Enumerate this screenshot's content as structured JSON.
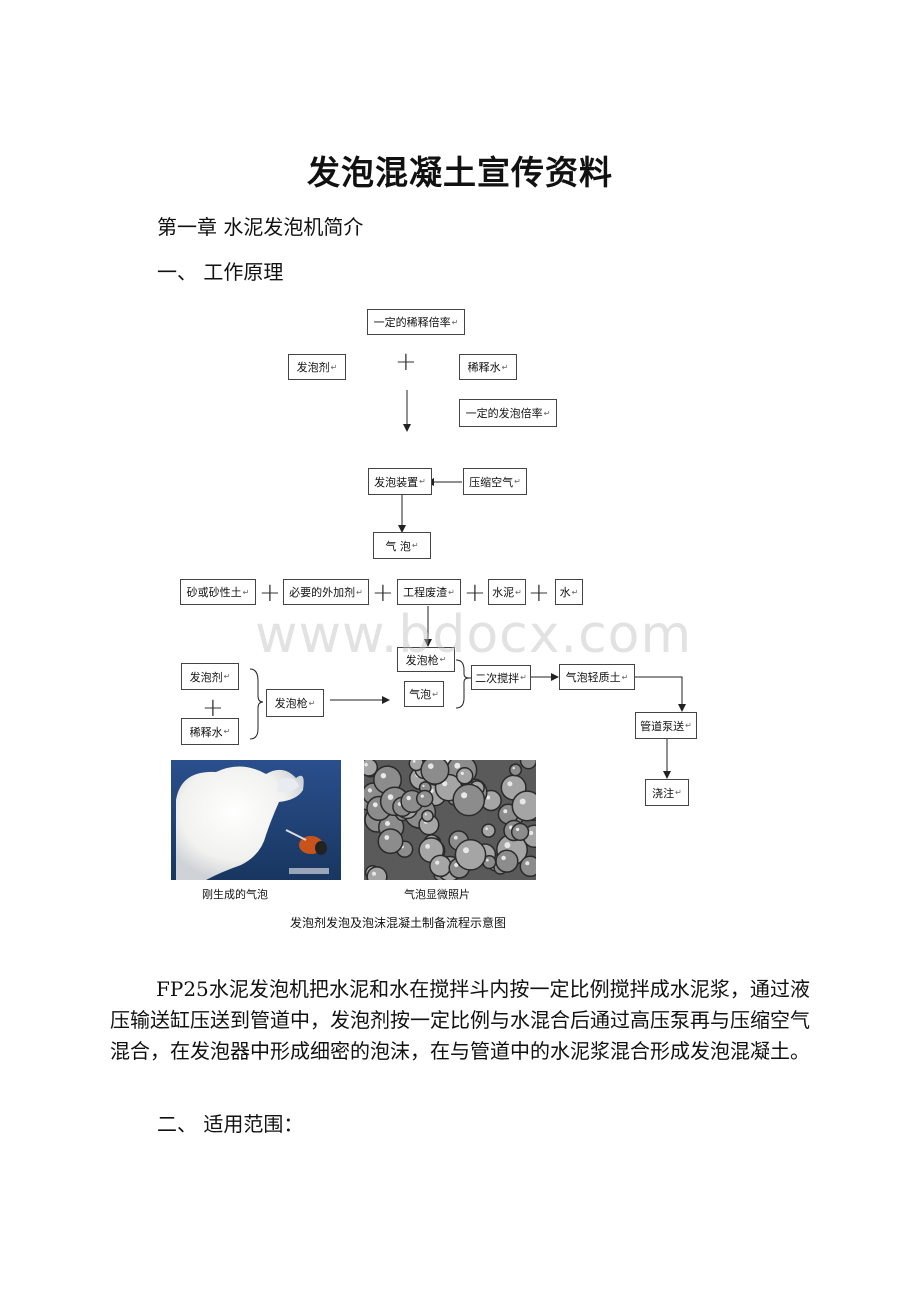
{
  "doc": {
    "title": "发泡混凝土宣传资料",
    "chapter": "第一章 水泥发泡机简介",
    "section1": "一、 工作原理",
    "paragraph": "FP25水泥发泡机把水泥和水在搅拌斗内按一定比例搅拌成水泥浆，通过液压输送缸压送到管道中，发泡剂按一定比例与水混合后通过高压泵再与压缩空气混合，在发泡器中形成细密的泡沫，在与管道中的水泥浆混合形成发泡混凝土。",
    "section2": "二、 适用范围："
  },
  "flow": {
    "dilution_ratio": "一定的稀释倍率",
    "foaming_agent": "发泡剂",
    "dilute_water": "稀释水",
    "foaming_ratio": "一定的发泡倍率",
    "foam_device": "发泡装置",
    "compressed_air": "压缩空气",
    "bubble": "气 泡",
    "sand_soil": "砂或砂性土",
    "additive": "必要的外加剂",
    "waste": "工程废渣",
    "cement": "水泥",
    "water": "水",
    "foam_gun_center": "发泡枪",
    "bubble_small": "气泡",
    "left_agent": "发泡剂",
    "left_water": "稀释水",
    "left_gun": "发泡枪",
    "second_mix": "二次搅拌",
    "light_soil": "气泡轻质土",
    "pump": "管道泵送",
    "pour": "浇注",
    "return_mark": "↵"
  },
  "figure": {
    "photo1_caption": "刚生成的气泡",
    "photo2_caption": "气泡显微照片",
    "caption": "发泡剂发泡及泡沫混凝土制备流程示意图"
  },
  "watermark": "www.bdocx.com"
}
